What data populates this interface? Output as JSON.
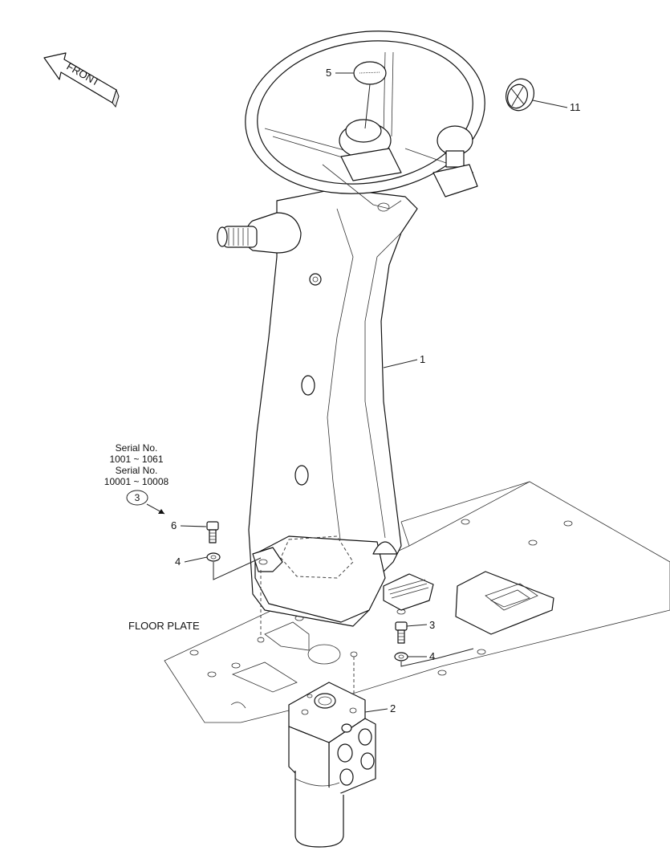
{
  "front_arrow": {
    "label": "FRONT"
  },
  "floor_plate": {
    "label": "FLOOR PLATE"
  },
  "serial_note": {
    "line1": "Serial No.",
    "line2": "1001 ~ 1061",
    "line3": "Serial No.",
    "line4": "10001 ~ 10008",
    "circled_ref": "3"
  },
  "callouts": {
    "c1": "1",
    "c2": "2",
    "c3": "3",
    "c4a": "4",
    "c4b": "4",
    "c5": "5",
    "c6": "6",
    "c11": "11"
  }
}
